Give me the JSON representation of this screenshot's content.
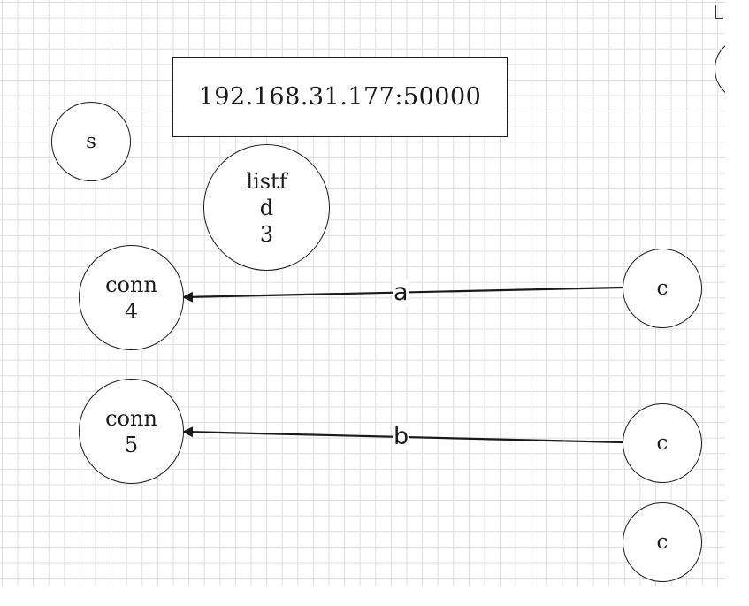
{
  "diagram": {
    "address": "192.168.31.177:50000",
    "nodes": {
      "s": "s",
      "listfd": [
        "listf",
        "d",
        "3"
      ],
      "conn4": [
        "conn",
        "4"
      ],
      "conn5": [
        "conn",
        "5"
      ],
      "c1": "c",
      "c2": "c",
      "c3": "c"
    },
    "edges": {
      "a": "a",
      "b": "b"
    },
    "colors": {
      "stroke": "#1a1a1a",
      "grid": "#dedede"
    }
  }
}
